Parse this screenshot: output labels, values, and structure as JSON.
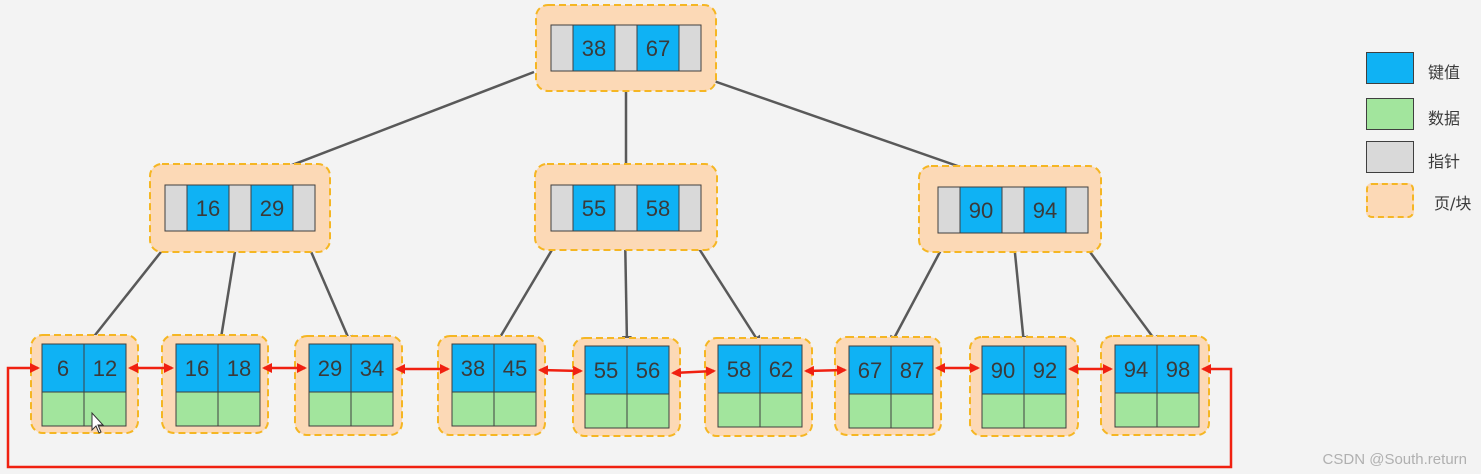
{
  "diagram": {
    "root": {
      "keys": [
        "38",
        "67"
      ]
    },
    "internal": [
      {
        "keys": [
          "16",
          "29"
        ]
      },
      {
        "keys": [
          "55",
          "58"
        ]
      },
      {
        "keys": [
          "90",
          "94"
        ]
      }
    ],
    "leaves": [
      {
        "keys": [
          "6",
          "12"
        ]
      },
      {
        "keys": [
          "16",
          "18"
        ]
      },
      {
        "keys": [
          "29",
          "34"
        ]
      },
      {
        "keys": [
          "38",
          "45"
        ]
      },
      {
        "keys": [
          "55",
          "56"
        ]
      },
      {
        "keys": [
          "58",
          "62"
        ]
      },
      {
        "keys": [
          "67",
          "87"
        ]
      },
      {
        "keys": [
          "90",
          "92"
        ]
      },
      {
        "keys": [
          "94",
          "98"
        ]
      }
    ]
  },
  "legend": {
    "items": [
      {
        "label": "键值",
        "color": "#0fb2f4"
      },
      {
        "label": "数据",
        "color": "#a2e59d"
      },
      {
        "label": "指针",
        "color": "#d9d9d9"
      },
      {
        "label": "页/块",
        "color": "#fcd9b6"
      }
    ]
  },
  "watermark": "CSDN @South.return"
}
